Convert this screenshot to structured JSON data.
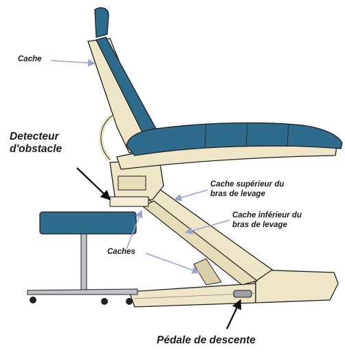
{
  "labels": {
    "cache_top": "Cache",
    "detector_line1": "Detecteur",
    "detector_line2": "d'obstacle",
    "upper_cover_line1": "Cache supérieur du",
    "upper_cover_line2": "bras de levage",
    "lower_cover_line1": "Cache inférieur du",
    "lower_cover_line2": "bras de levage",
    "caches": "Caches",
    "pedal": "Pédale de descente"
  },
  "colors": {
    "upholstery": "#2f6b8c",
    "frame": "#efe6c8",
    "outline": "#1e1e1e",
    "arrow_light": "#9aa3c9",
    "arrow_dark": "#111111",
    "base_leg": "#bfc3c8"
  }
}
